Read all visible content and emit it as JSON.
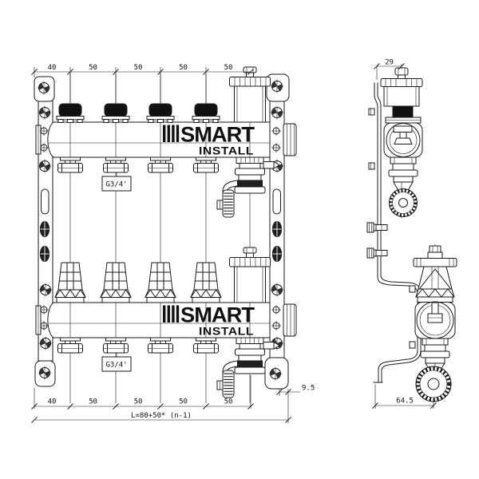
{
  "brand": {
    "wordmark": "SMART",
    "sub_wordmark": "INSTALL"
  },
  "front_view": {
    "dim_top": [
      "40",
      "50",
      "50",
      "50",
      "50"
    ],
    "dim_bottom": [
      "40",
      "50",
      "50",
      "50",
      "50"
    ],
    "dim_overall": "L=80+50* (n-1)",
    "dim_bracket_offset": "9.5",
    "port_label_top": "G3/4'",
    "port_label_bottom": "G3/4'"
  },
  "side_view": {
    "dim_depth_top": "29",
    "dim_depth_bottom": "64.5"
  },
  "colors": {
    "line": "#1a1a1a",
    "background": "#ffffff",
    "fill_dark": "#111111"
  }
}
